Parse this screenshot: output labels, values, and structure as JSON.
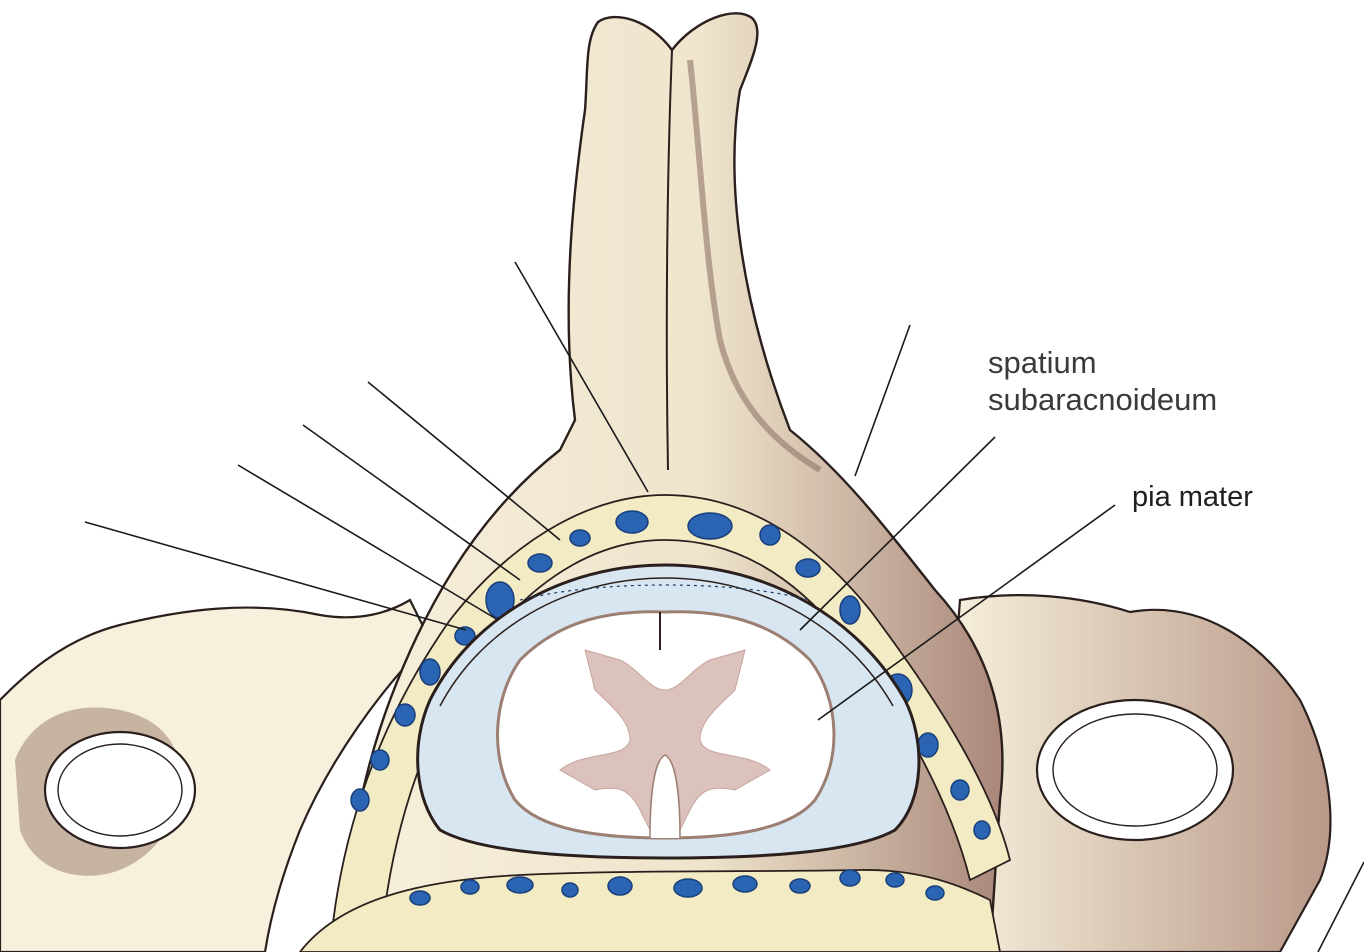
{
  "labels": {
    "spatium_line1": "spatium",
    "spatium_line2": "subaracnoideum",
    "pia_mater": "pia mater"
  },
  "colors": {
    "bone_fill": "#f6f0dc",
    "bone_shadow": "#9c7f72",
    "outline": "#2a1f1c",
    "csf_fill": "#d7e6f1",
    "venous_plexus": "#2b64b3",
    "venous_plexus_rim": "#1a3f7a",
    "fat_tissue": "#f2ebc4",
    "grey_matter": "#dcc2bc",
    "spinal_cord_white": "#ffffff"
  }
}
